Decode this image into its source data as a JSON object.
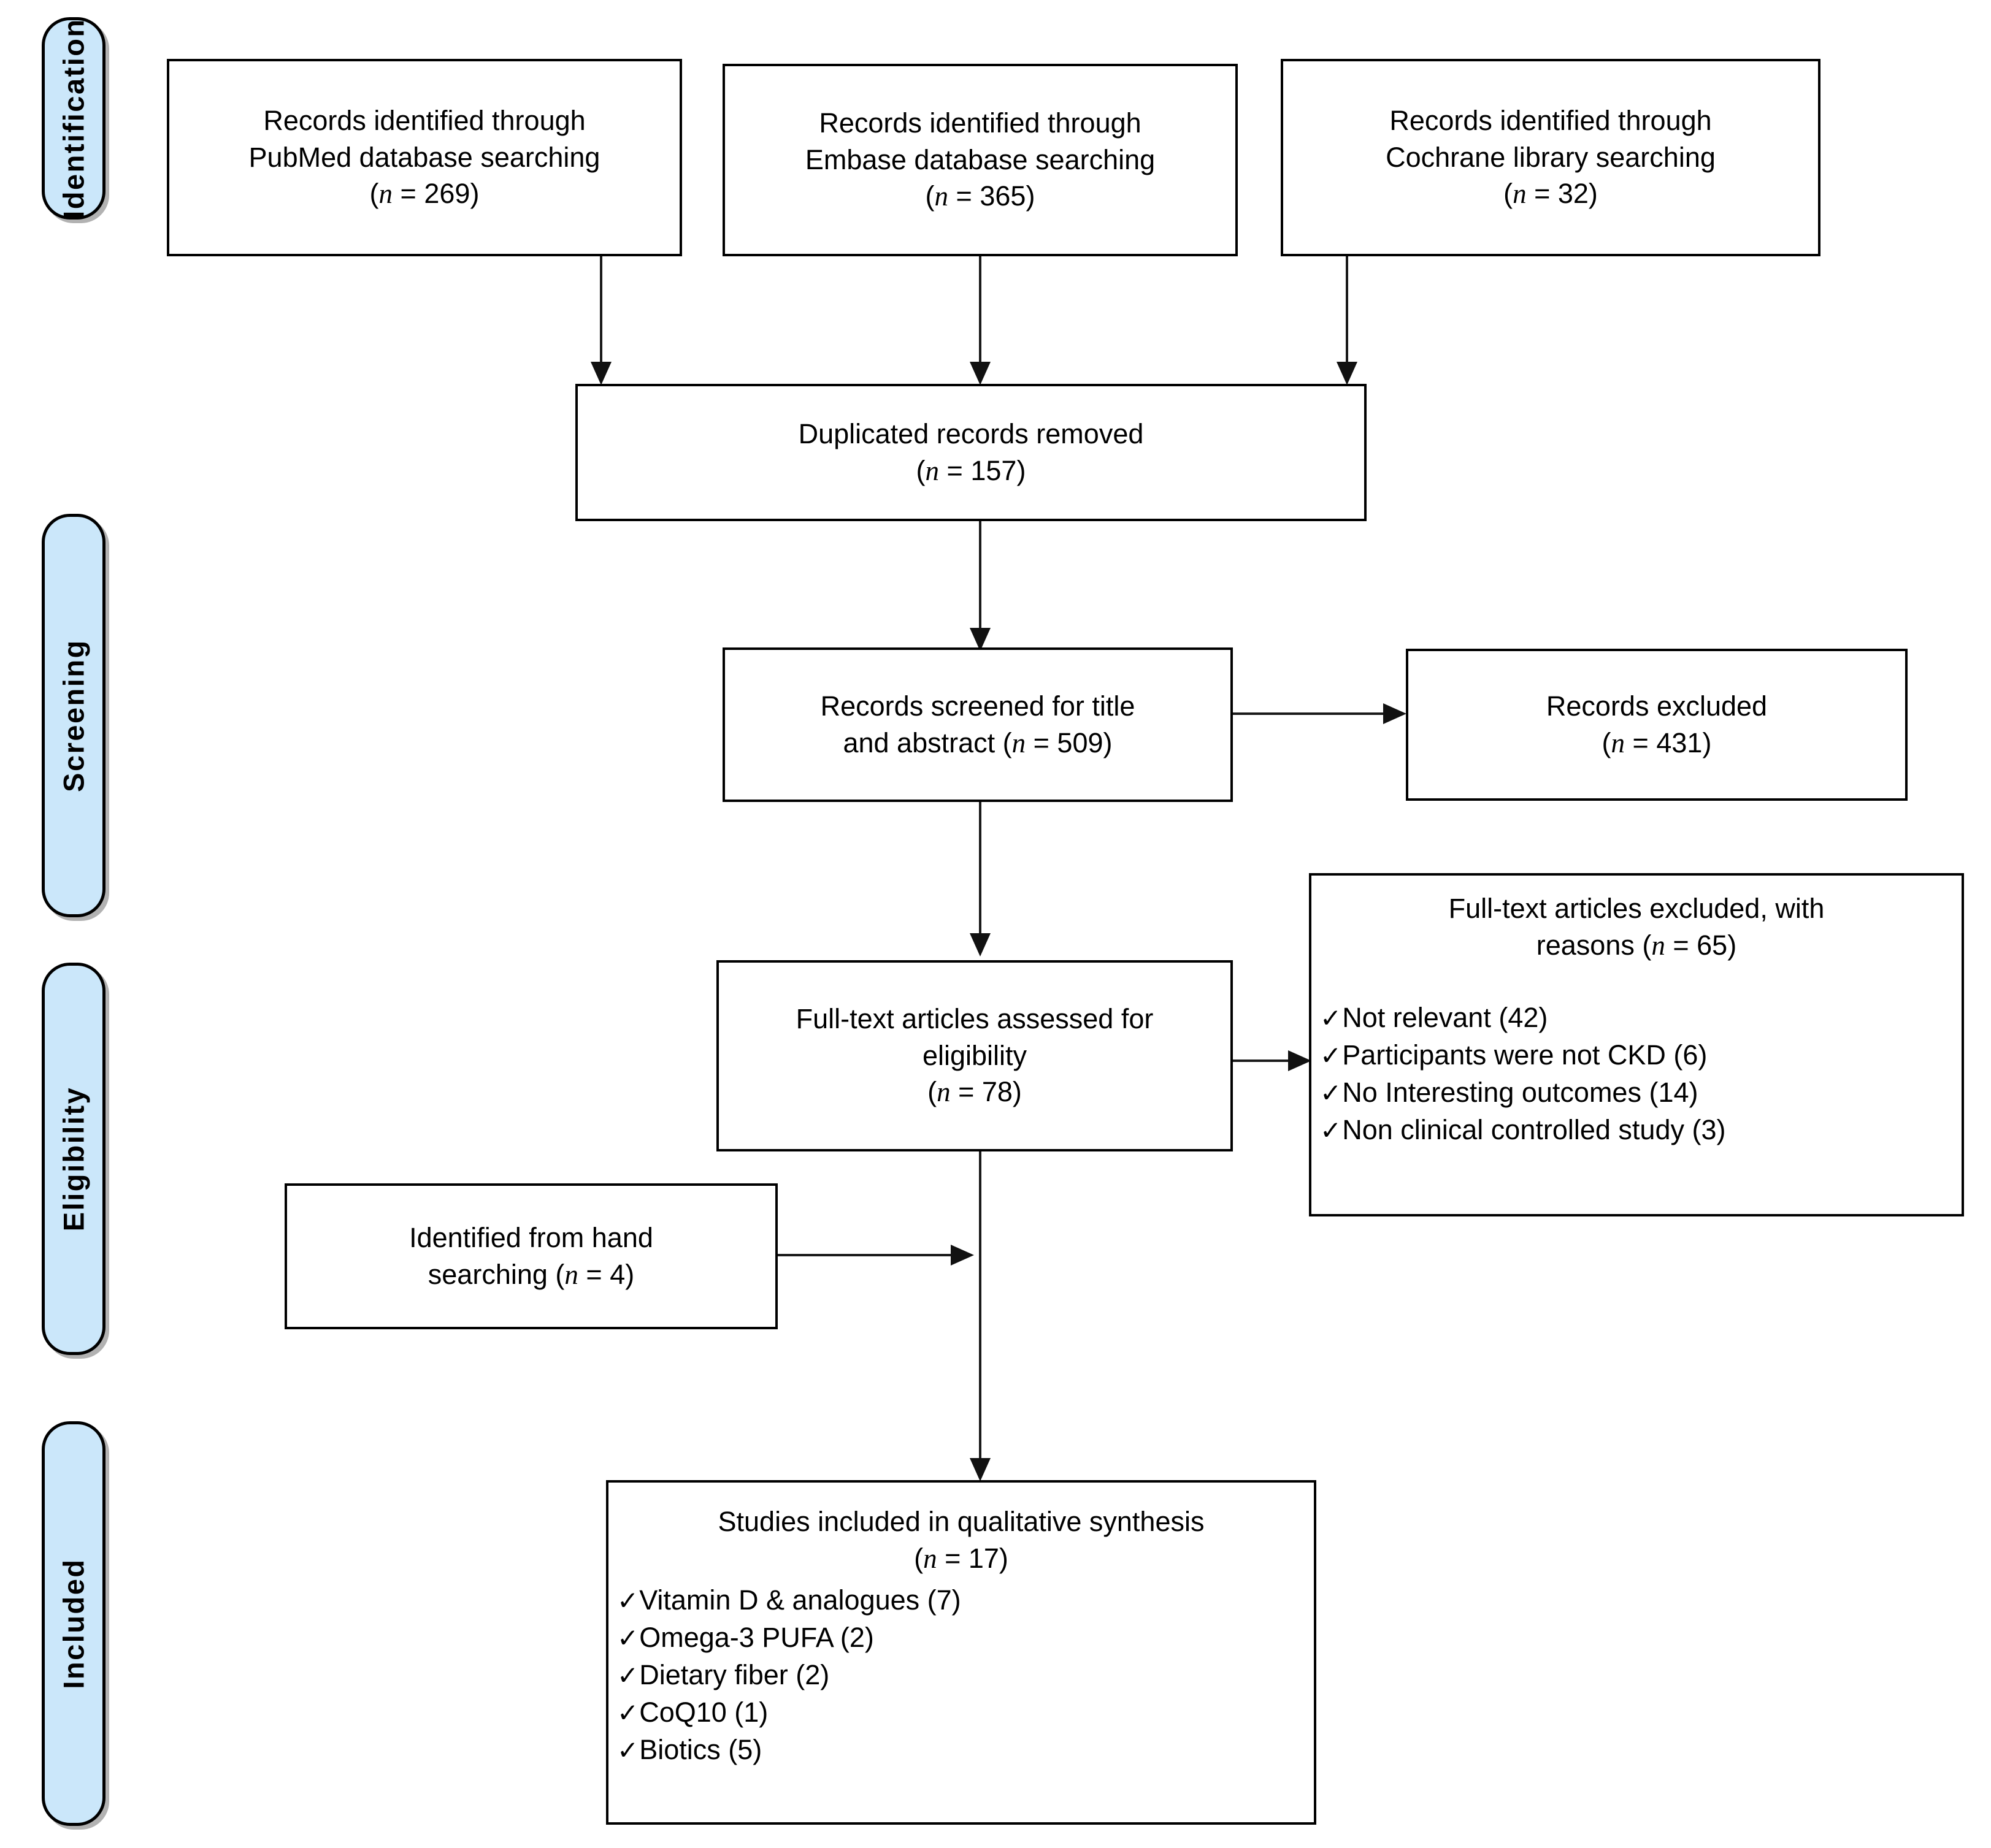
{
  "diagram": {
    "title": "PRISMA flow diagram",
    "accent_color": "#cbe7fa",
    "line_color": "#111111",
    "box_border_color": "#000000",
    "check_glyph": "✓"
  },
  "stages": [
    {
      "id": "identification",
      "label": "Identification"
    },
    {
      "id": "screening",
      "label": "Screening"
    },
    {
      "id": "eligibility",
      "label": "Eligibility"
    },
    {
      "id": "included",
      "label": "Included"
    }
  ],
  "boxes": {
    "pubmed": {
      "line1": "Records identified through",
      "line2": "PubMed database searching",
      "count_prefix": "(",
      "count_n": "n",
      "count_eq": "  =  ",
      "count_value": "269",
      "count_suffix": ")"
    },
    "embase": {
      "line1": "Records identified through",
      "line2": "Embase database  searching",
      "count_prefix": "(",
      "count_n": "n",
      "count_eq": "  =  ",
      "count_value": "365",
      "count_suffix": ")"
    },
    "cochrane": {
      "line1": "Records identified through",
      "line2": "Cochrane library searching",
      "count_prefix": "(",
      "count_n": "n",
      "count_eq": "  =  ",
      "count_value": "32",
      "count_suffix": ")"
    },
    "duplicates": {
      "line1": "Duplicated records removed",
      "count_prefix": "(",
      "count_n": "n",
      "count_eq": "  =  ",
      "count_value": "157",
      "count_suffix": ")"
    },
    "screened": {
      "line1": "Records screened for title",
      "line2_pre": "and abstract (",
      "count_n": "n",
      "count_eq": "  =  ",
      "count_value": "509",
      "count_suffix": ")"
    },
    "records_excluded": {
      "line1": "Records excluded",
      "count_prefix": "(",
      "count_n": "n",
      "count_eq": "  =  ",
      "count_value": "431",
      "count_suffix": ")"
    },
    "fulltext_assessed": {
      "line1": "Full-text articles assessed for",
      "line2": "eligibility",
      "count_prefix": "(",
      "count_n": "n",
      "count_eq": "  =  ",
      "count_value": "78",
      "count_suffix": ")"
    },
    "fulltext_excluded": {
      "line1": "Full-text articles excluded, with",
      "line2_pre": "reasons (",
      "count_n": "n",
      "count_eq": "  =  ",
      "count_value": "65",
      "count_suffix": ")",
      "reasons": [
        "Not relevant (42)",
        "Participants were not CKD (6)",
        "No Interesting outcomes (14)",
        "Non clinical controlled study (3)"
      ]
    },
    "hand_searching": {
      "line1": "Identified from hand",
      "line2_pre": "searching (",
      "count_n": "n",
      "count_eq": "  =  ",
      "count_value": "4",
      "count_suffix": ")"
    },
    "included_studies": {
      "line1": "Studies included in qualitative synthesis",
      "count_prefix": "(",
      "count_n": "n",
      "count_eq": "  =  ",
      "count_value": "17",
      "count_suffix": ")",
      "categories": [
        "Vitamin  D & analogues (7)",
        "Omega-3 PUFA (2)",
        "Dietary fiber (2)",
        "CoQ10 (1)",
        "Biotics (5)"
      ]
    }
  }
}
